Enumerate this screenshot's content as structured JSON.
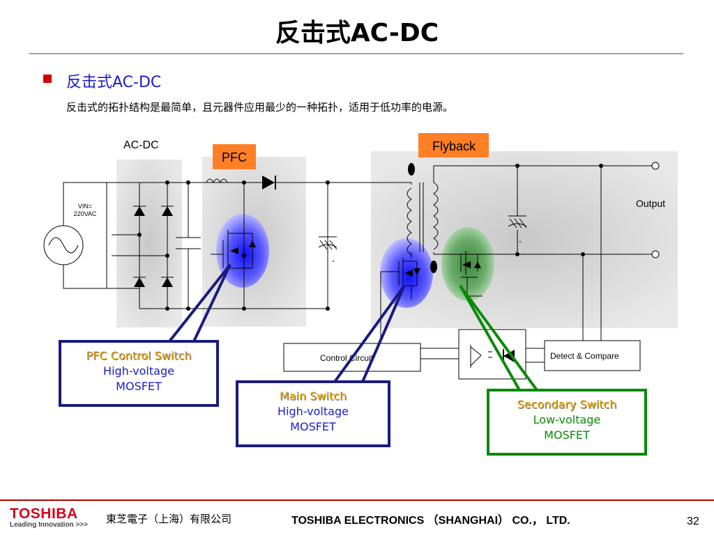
{
  "slide": {
    "title": "反击式AC-DC",
    "bullet": "反击式AC-DC",
    "description": "反击式的拓扑结构是最简单，且元器件应用最少的一种拓扑，适用于低功率的电源。"
  },
  "diagram": {
    "stage_labels": {
      "acdc": "AC-DC",
      "pfc": "PFC",
      "flyback": "Flyback"
    },
    "vin_label_line1": "VIN=",
    "vin_label_line2": "220VAC",
    "output_label": "Output",
    "cap_minus_1": "-",
    "cap_minus_2": "-",
    "control_circuit": "Control Circuit",
    "detect_compare": "Detect & Compare",
    "colors": {
      "pfc_box": "#ff7f27",
      "blue_highlight": "#3030ff",
      "green_highlight": "#2a9a2a",
      "callout_blue": "#1a1a80",
      "callout_green": "#0a8a0a"
    }
  },
  "callouts": {
    "pfc": {
      "title": "PFC Control Switch",
      "line1": "High-voltage",
      "line2": "MOSFET"
    },
    "main": {
      "title": "Main Switch",
      "line1": "High-voltage",
      "line2": "MOSFET"
    },
    "secondary": {
      "title": "Secondary Switch",
      "line1": "Low-voltage",
      "line2": "MOSFET"
    }
  },
  "footer": {
    "brand": "TOSHIBA",
    "tagline": "Leading Innovation >>>",
    "company_cn": "東芝電子（上海）有限公司",
    "company_en": "TOSHIBA ELECTRONICS （SHANGHAI） CO.， LTD.",
    "page": "32"
  }
}
